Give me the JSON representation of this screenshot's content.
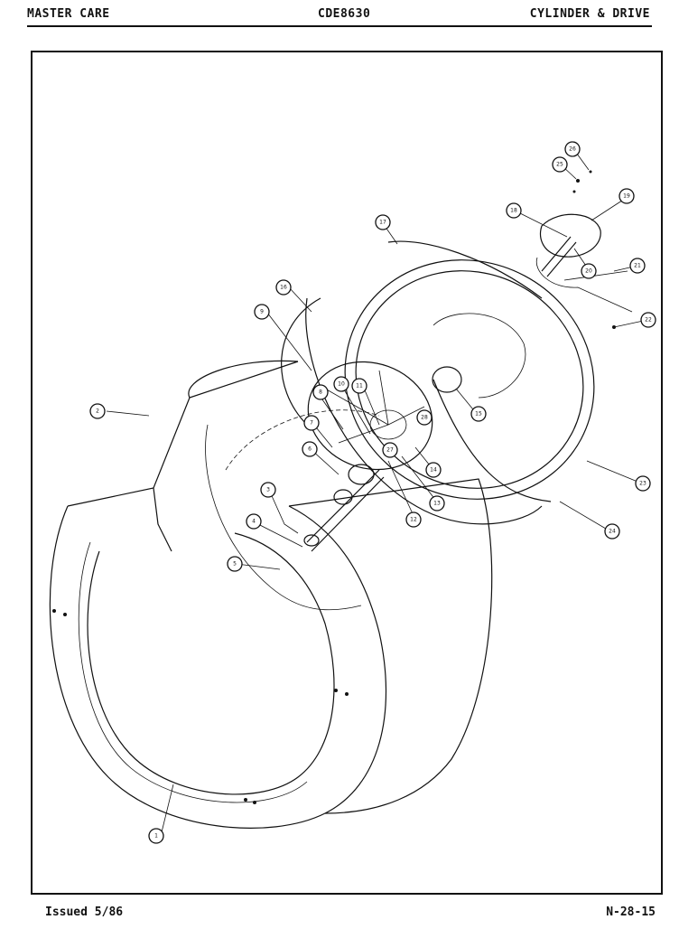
{
  "header": {
    "left": "MASTER CARE",
    "center": "CDE8630",
    "right": "CYLINDER & DRIVE"
  },
  "footer": {
    "left": "Issued 5/86",
    "right": "N-28-15"
  },
  "callouts": [
    {
      "id": "c1",
      "label": "1"
    },
    {
      "id": "c2",
      "label": "2"
    },
    {
      "id": "c3",
      "label": "3"
    },
    {
      "id": "c4",
      "label": "4"
    },
    {
      "id": "c5",
      "label": "5"
    },
    {
      "id": "c6",
      "label": "6"
    },
    {
      "id": "c7",
      "label": "7"
    },
    {
      "id": "c8",
      "label": "8"
    },
    {
      "id": "c9",
      "label": "9"
    },
    {
      "id": "c10",
      "label": "10"
    },
    {
      "id": "c11",
      "label": "11"
    },
    {
      "id": "c12",
      "label": "12"
    },
    {
      "id": "c13",
      "label": "13"
    },
    {
      "id": "c14",
      "label": "14"
    },
    {
      "id": "c15",
      "label": "15"
    },
    {
      "id": "c16",
      "label": "16"
    },
    {
      "id": "c17",
      "label": "17"
    },
    {
      "id": "c18",
      "label": "18"
    },
    {
      "id": "c19",
      "label": "19"
    },
    {
      "id": "c20",
      "label": "20"
    },
    {
      "id": "c21",
      "label": "21"
    },
    {
      "id": "c22",
      "label": "22"
    },
    {
      "id": "c23",
      "label": "23"
    },
    {
      "id": "c24",
      "label": "24"
    },
    {
      "id": "c25",
      "label": "25"
    },
    {
      "id": "c26",
      "label": "26"
    },
    {
      "id": "c27",
      "label": "27"
    },
    {
      "id": "c28",
      "label": "28"
    }
  ]
}
